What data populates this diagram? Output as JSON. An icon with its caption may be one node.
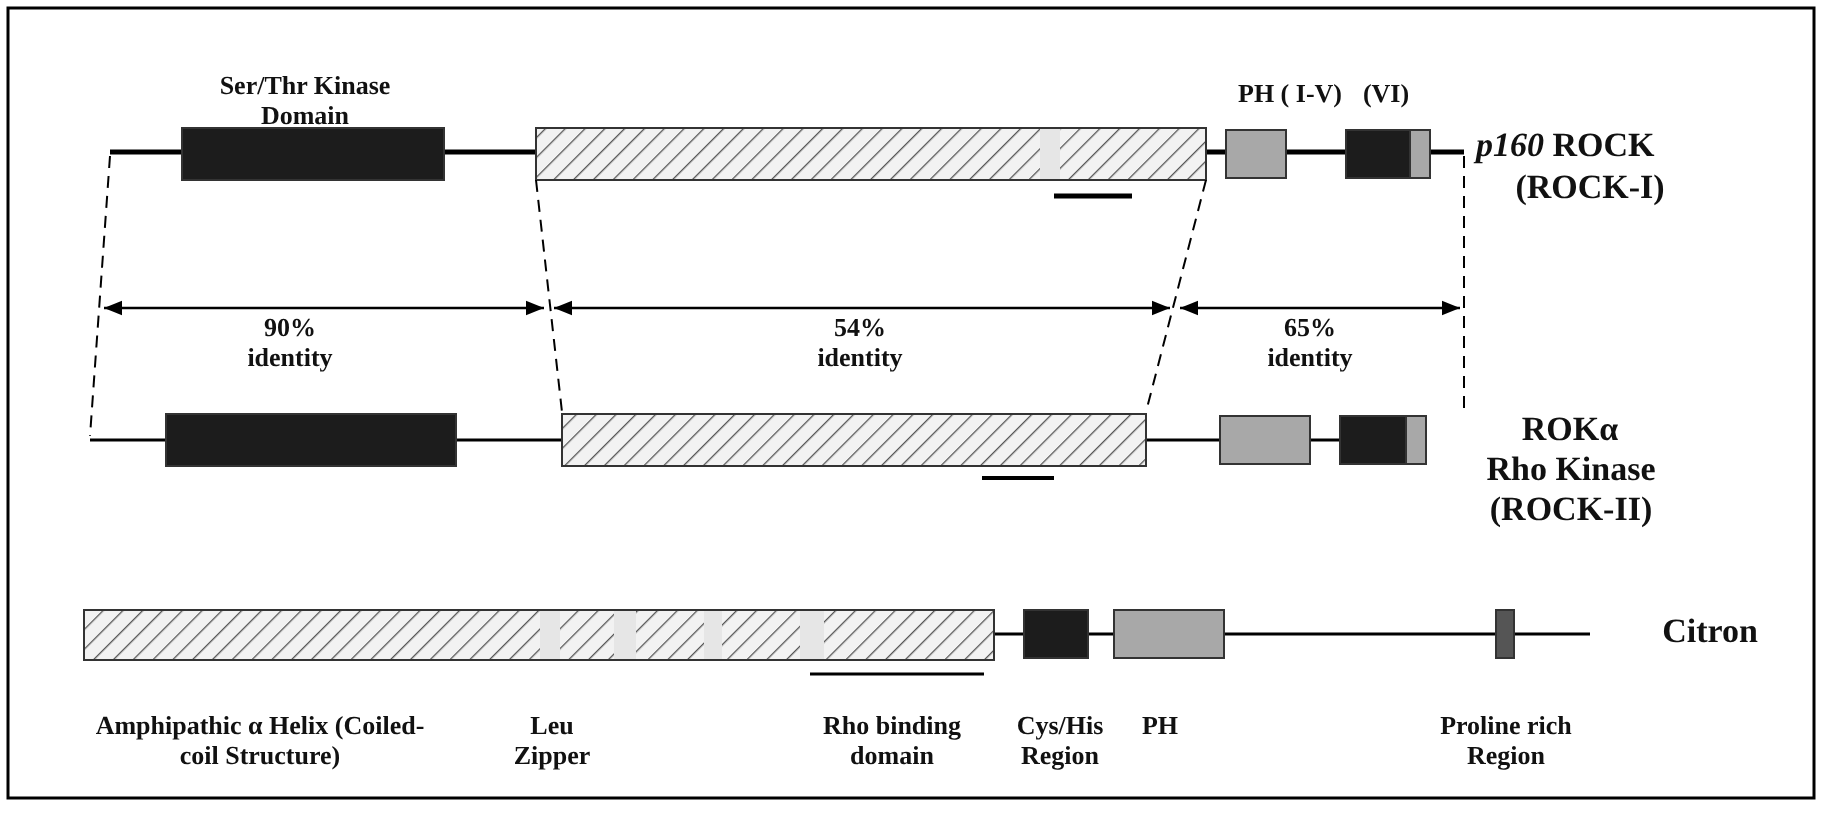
{
  "diagram": {
    "labels": [
      "Ser/Thr Kinase Domain",
      "PH ( I-V)",
      "(VI)",
      "*p160* ROCK",
      "(ROCK-I)",
      "90% identity",
      "54% identity",
      "65% identity",
      "ROKα",
      "Rho Kinase",
      "(ROCK-II)",
      "Citron",
      "Amphipathic α Helix (Coiled-coil Structure)",
      "Leu Zipper",
      "Rho binding domain",
      "Cys/His Region",
      "PH",
      "Proline rich Region"
    ]
  }
}
